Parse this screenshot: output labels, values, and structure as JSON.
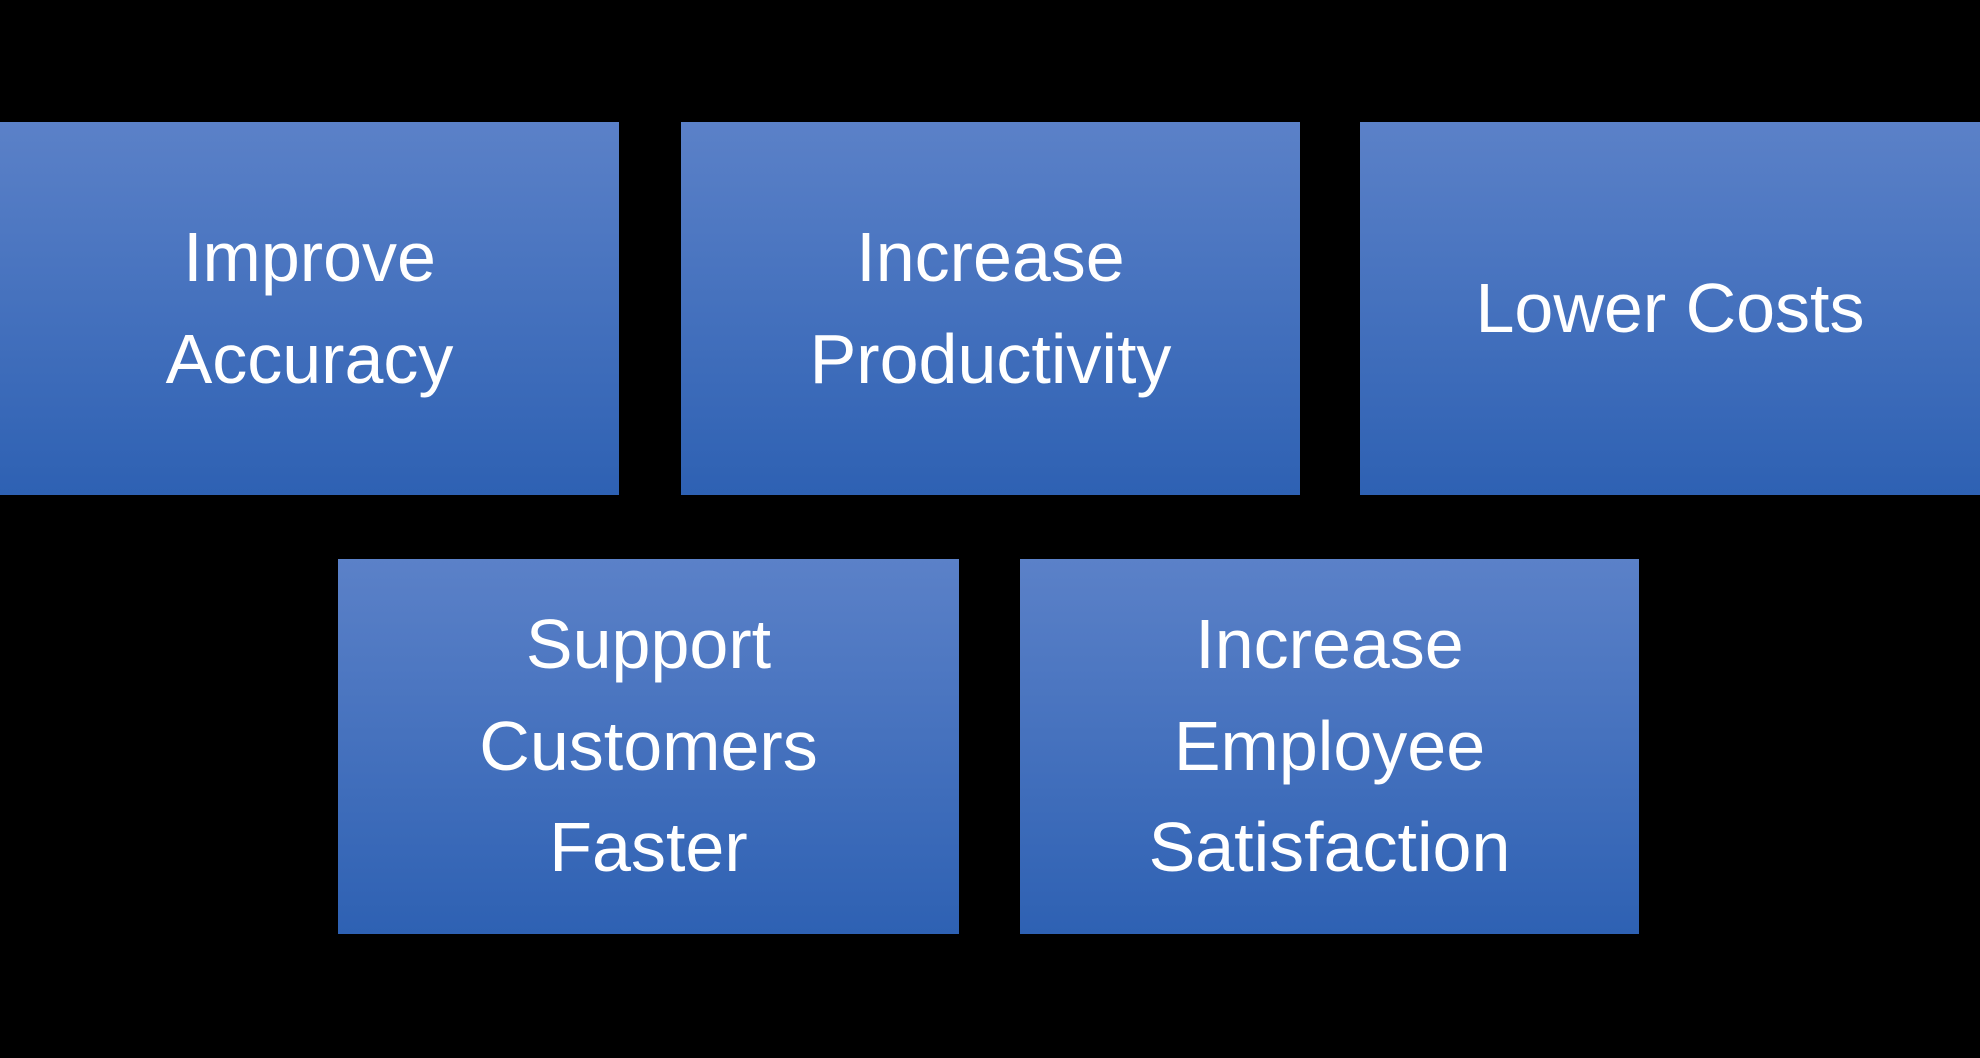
{
  "diagram": {
    "background_color": "#000000",
    "box_style": {
      "gradient_top": "#5B81C8",
      "gradient_bottom": "#2E61B3",
      "text_color": "#FFFFFF"
    },
    "boxes": [
      {
        "id": "improve-accuracy",
        "label": "Improve Accuracy"
      },
      {
        "id": "increase-productivity",
        "label": "Increase Productivity"
      },
      {
        "id": "lower-costs",
        "label": "Lower Costs"
      },
      {
        "id": "support-customers-faster",
        "label": "Support Customers Faster"
      },
      {
        "id": "increase-employee-satisfaction",
        "label": "Increase Employee Satisfaction"
      }
    ]
  }
}
